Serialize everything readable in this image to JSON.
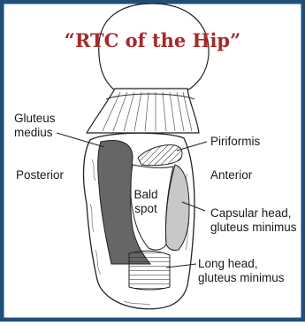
{
  "title": "“RTC of the Hip”",
  "labels": {
    "gluteus_medius": "Gluteus\nmedius",
    "piriformis": "Piriformis",
    "posterior": "Posterior",
    "anterior": "Anterior",
    "bald_spot": "Bald\nspot",
    "capsular_head": "Capsular head,\ngluteus minimus",
    "long_head": "Long head,\ngluteus minimus"
  },
  "colors": {
    "border": "#1f4e79",
    "title": "#a52a2a",
    "gluteus_medius_fill": "#666666",
    "capsular_fill": "#c8c8c8"
  }
}
